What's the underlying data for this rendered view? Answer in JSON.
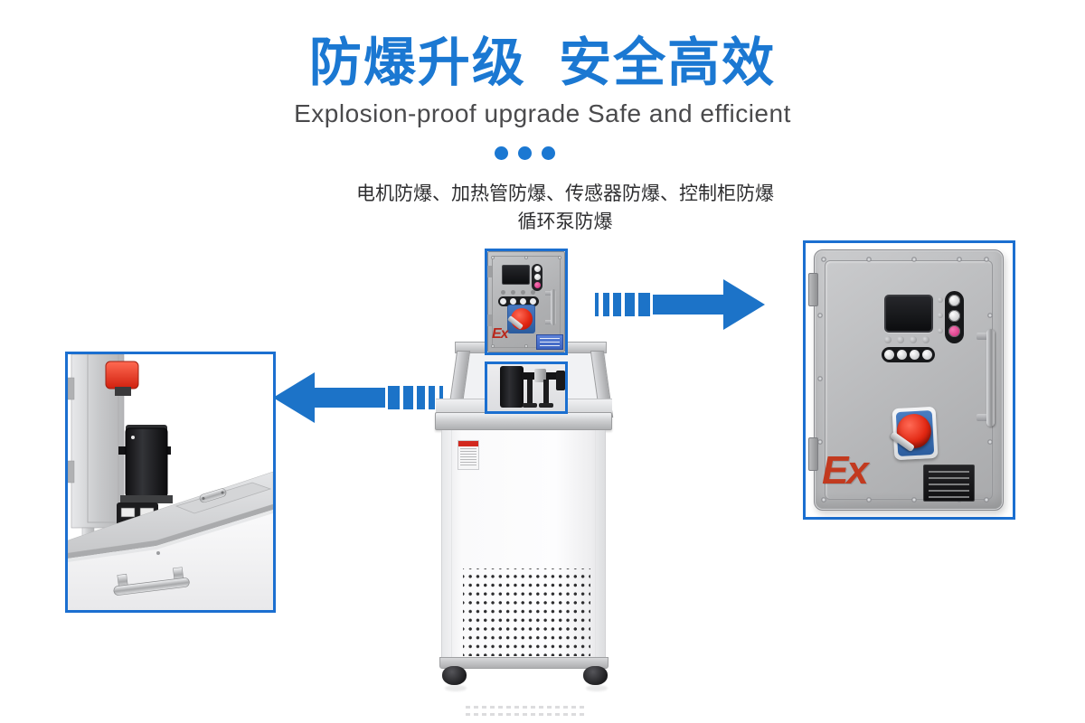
{
  "header": {
    "title": "防爆升级  安全高效",
    "subtitle": "Explosion-proof upgrade Safe and efficient",
    "divider_dots": 3,
    "features_line1": "电机防爆、加热管防爆、传感器防爆、控制柜防爆",
    "features_line2": "循环泵防爆"
  },
  "machine": {
    "top_control_box_ex": "Ex",
    "cabinet_ex": "Ex"
  },
  "colors": {
    "title_blue": "#1b78d2",
    "arrow_blue": "#1c73c8",
    "callout_border_blue": "#1b6fd0",
    "ex_red": "#c23a1f",
    "knob_red": "#e22712",
    "pink_button": "#d01d74",
    "feature_text": "#2e2e30",
    "subtitle_gray": "#4a4a4c"
  }
}
